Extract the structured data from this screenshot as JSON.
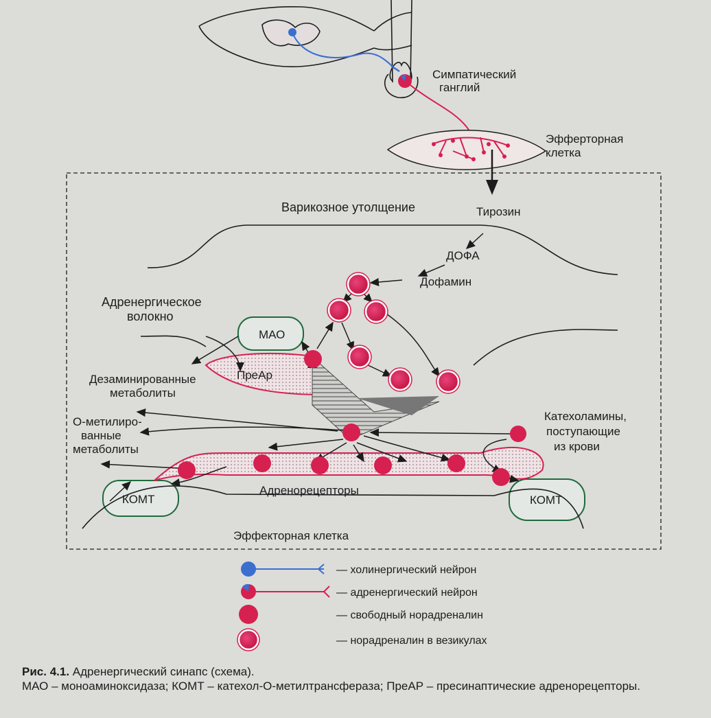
{
  "labels": {
    "sympathetic_ganglion_line1": "Симпатический",
    "sympathetic_ganglion_line2": "ганглий",
    "effector_cell_top_line1": "Эфферторная",
    "effector_cell_top_line2": "клетка",
    "varicose": "Варикозное утолщение",
    "tyrosine": "Тирозин",
    "dopa": "ДОФА",
    "dopamine": "Дофамин",
    "adrenergic_fiber_line1": "Адренергическое",
    "adrenergic_fiber_line2": "волокно",
    "mao": "МАО",
    "prear": "ПреАр",
    "deaminated_line1": "Дезаминированные",
    "deaminated_line2": "метаболиты",
    "omethyl_line1": "О-метилиро-",
    "omethyl_line2": "ванные",
    "omethyl_line3": "метаболиты",
    "catechol_line1": "Катехоламины,",
    "catechol_line2": "поступающие",
    "catechol_line3": "из крови",
    "adrenoreceptors": "Адренорецепторы",
    "komt_left": "КОМТ",
    "komt_right": "КОМТ",
    "effector_cell_bottom": "Эффекторная клетка"
  },
  "legend": [
    {
      "label": "— холинергический нейрон"
    },
    {
      "label": "— адренергический нейрон"
    },
    {
      "label": "— свободный норадреналин"
    },
    {
      "label": "— норадреналин в везикулах"
    }
  ],
  "caption": {
    "title": "Рис. 4.1.",
    "title_rest": " Адренергический синапс (схема).",
    "line2": "МАО – моноаминоксидаза; КОМТ – катехол-О-метилтрансфераза; ПреАР – пресинаптические адренорецепторы."
  },
  "colors": {
    "neuron_red": "#d6204f",
    "cholinergic_blue": "#3a6fd0",
    "enzyme_green": "#1f6a3d",
    "ink": "#1c1c1c",
    "background": "#dcdcd9"
  }
}
